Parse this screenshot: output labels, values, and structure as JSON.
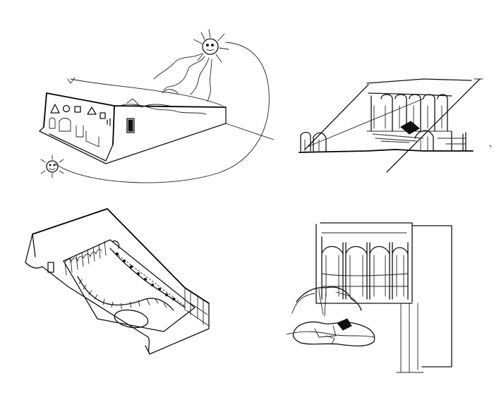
{
  "sketches": [
    {
      "id": "exterior-perspective",
      "subject": "building-with-sun-path"
    },
    {
      "id": "section-elevation",
      "subject": "courtyard-arcade-section"
    },
    {
      "id": "axonometric-cutaway",
      "subject": "courtyard-with-stair"
    },
    {
      "id": "arcade-elevation",
      "subject": "arcade-with-tree-and-pool"
    }
  ],
  "icons": [
    "sun-icon",
    "small-sun-icon"
  ],
  "colors": {
    "ink": "#111111",
    "paper": "#ffffff"
  }
}
